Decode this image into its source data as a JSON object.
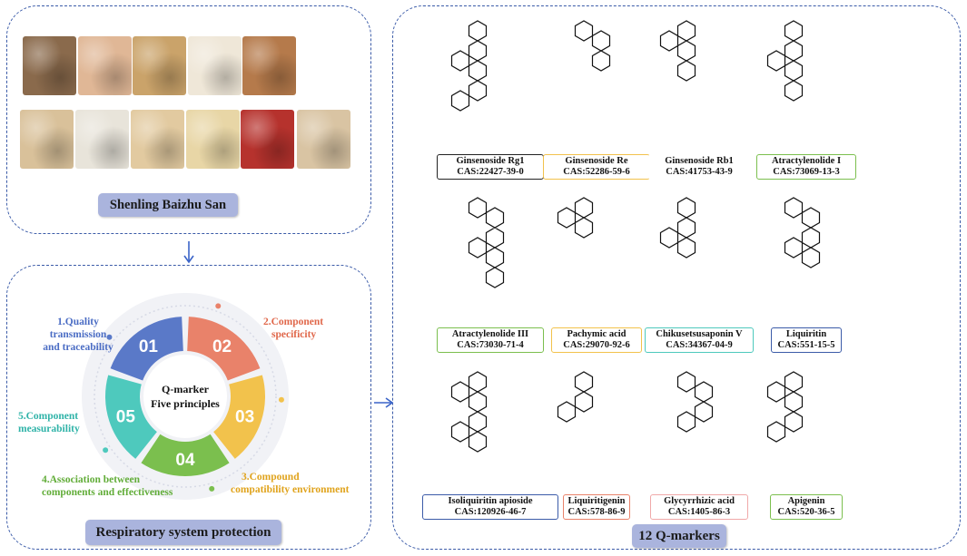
{
  "herb_panel": {
    "title": "Shenling Baizhu San",
    "herb_colors": [
      [
        "#8a6a4c",
        "#e0b796",
        "#caa36a",
        "#efe7d8",
        "#b57a4b"
      ],
      [
        "#d9c19a",
        "#e8e4da",
        "#e2caa0",
        "#e8d6a6",
        "#b6322d",
        "#d9c4a3"
      ]
    ]
  },
  "principles_panel": {
    "title": "Respiratory system protection",
    "center_line1": "Q-marker",
    "center_line2": "Five principles",
    "segments": [
      {
        "number": "01",
        "color": "#5a79c8"
      },
      {
        "number": "02",
        "color": "#e9826a"
      },
      {
        "number": "03",
        "color": "#f2c24c"
      },
      {
        "number": "04",
        "color": "#7bbf4e"
      },
      {
        "number": "05",
        "color": "#4ec9bd"
      }
    ],
    "labels": [
      {
        "line1": "1.Quality",
        "line2": "transmission",
        "line3": "and traceability",
        "color": "#4a6cc4"
      },
      {
        "line1": "2.Component",
        "line2": "specificity",
        "line3": "",
        "color": "#e0674a"
      },
      {
        "line1": "3.Compound",
        "line2": "compatibility environment",
        "line3": "",
        "color": "#e0a31c"
      },
      {
        "line1": "4.Association between",
        "line2": "components and effectiveness",
        "line3": "",
        "color": "#62ad39"
      },
      {
        "line1": "5.Component",
        "line2": "measurability",
        "line3": "",
        "color": "#2fb3a8"
      }
    ]
  },
  "markers_panel": {
    "title": "12 Q-markers",
    "compounds": [
      {
        "name": "Ginsenoside Rg1",
        "cas": "CAS:22427-39-0",
        "border": "#222222"
      },
      {
        "name": "Ginsenoside Re",
        "cas": "CAS:52286-59-6",
        "border": "#f2c24c"
      },
      {
        "name": "Ginsenoside Rb1",
        "cas": "CAS:41753-43-9",
        "border": "#ffffff"
      },
      {
        "name": "Atractylenolide I",
        "cas": "CAS:73069-13-3",
        "border": "#7bbf4e"
      },
      {
        "name": "Atractylenolide III",
        "cas": "CAS:73030-71-4",
        "border": "#7bbf4e"
      },
      {
        "name": "Pachymic acid",
        "cas": "CAS:29070-92-6",
        "border": "#f2c24c"
      },
      {
        "name": "Chikusetsusaponin V",
        "cas": "CAS:34367-04-9",
        "border": "#4ec9bd"
      },
      {
        "name": "Liquiritin",
        "cas": "CAS:551-15-5",
        "border": "#3b5ba8"
      },
      {
        "name": "Isoliquiritin apioside",
        "cas": "CAS:120926-46-7",
        "border": "#3b5ba8"
      },
      {
        "name": "Liquiritigenin",
        "cas": "CAS:578-86-9",
        "border": "#e9826a"
      },
      {
        "name": "Glycyrrhizic acid",
        "cas": "CAS:1405-86-3",
        "border": "#f0a8a8"
      },
      {
        "name": "Apigenin",
        "cas": "CAS:520-36-5",
        "border": "#7bbf4e"
      }
    ]
  }
}
